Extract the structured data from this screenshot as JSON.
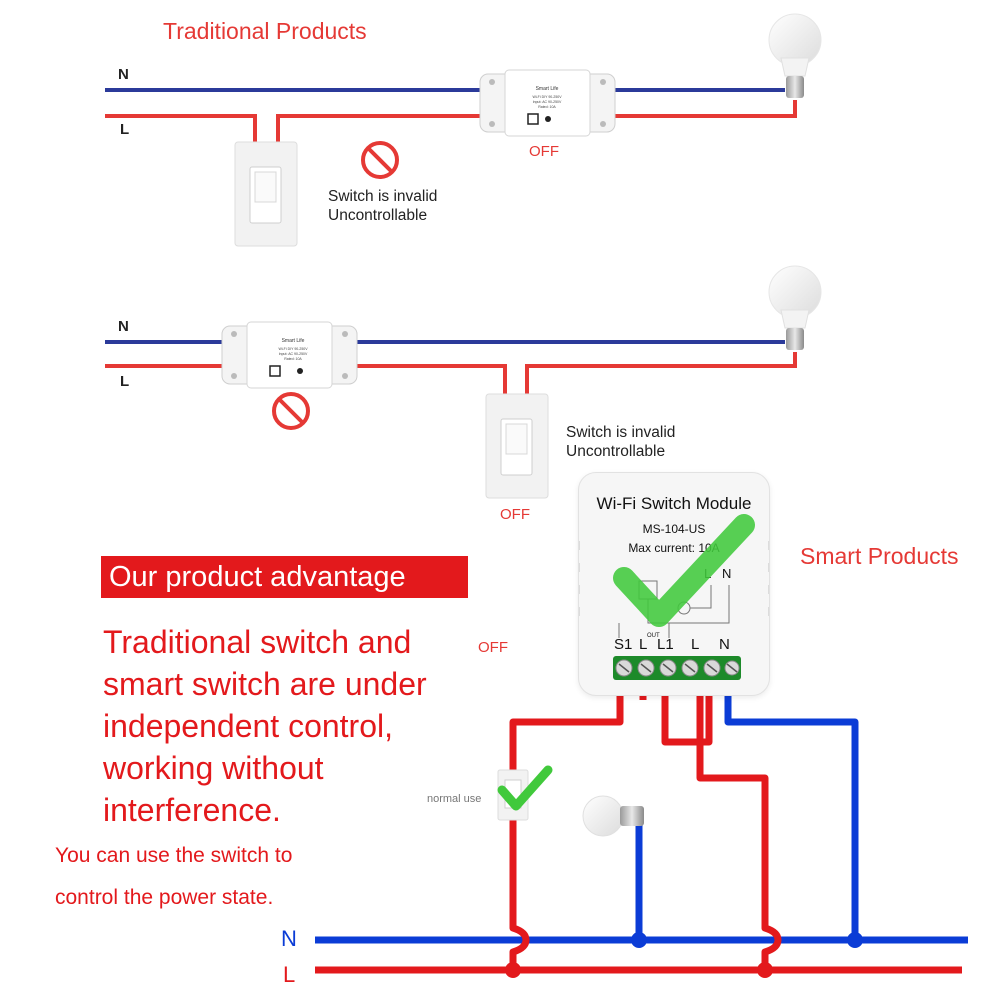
{
  "section_top": {
    "title": "Traditional Products"
  },
  "section_right": {
    "title": "Smart Products"
  },
  "row1": {
    "n_label": "N",
    "l_label": "L",
    "off": "OFF",
    "note_line1": "Switch is invalid",
    "note_line2": "Uncontrollable"
  },
  "row2": {
    "n_label": "N",
    "l_label": "L",
    "off": "OFF",
    "note_line1": "Switch is invalid",
    "note_line2": "Uncontrollable"
  },
  "relay": {
    "brand": "Smart Life",
    "spec_lines": [
      "Wi-Fi DIY 90-250V",
      "Input: AC 90-250V",
      "Rated: 10A"
    ]
  },
  "module": {
    "title": "Wi-Fi Switch Module",
    "model": "MS-104-US",
    "current": "Max current: 10A",
    "top_terminals": [
      "L",
      "N"
    ],
    "terminals": [
      "S1",
      "L",
      "L1",
      "L",
      "N"
    ],
    "out_label": "OUT"
  },
  "advantage": {
    "banner": "Our product advantage",
    "off_label": "OFF",
    "body": "Traditional switch and smart switch are under independent control, working without interference.",
    "sub_line1": "You can use the switch to",
    "sub_line2": "control the power state."
  },
  "bottom": {
    "normal_use": "normal use",
    "n_label": "N",
    "l_label": "L"
  },
  "colors": {
    "neutral_thin": "#2b3a9a",
    "live_thin": "#e53935",
    "neutral_bold": "#0b3cd6",
    "live_bold": "#e3191c",
    "check": "#41c93c",
    "banner": "#e3191c"
  }
}
